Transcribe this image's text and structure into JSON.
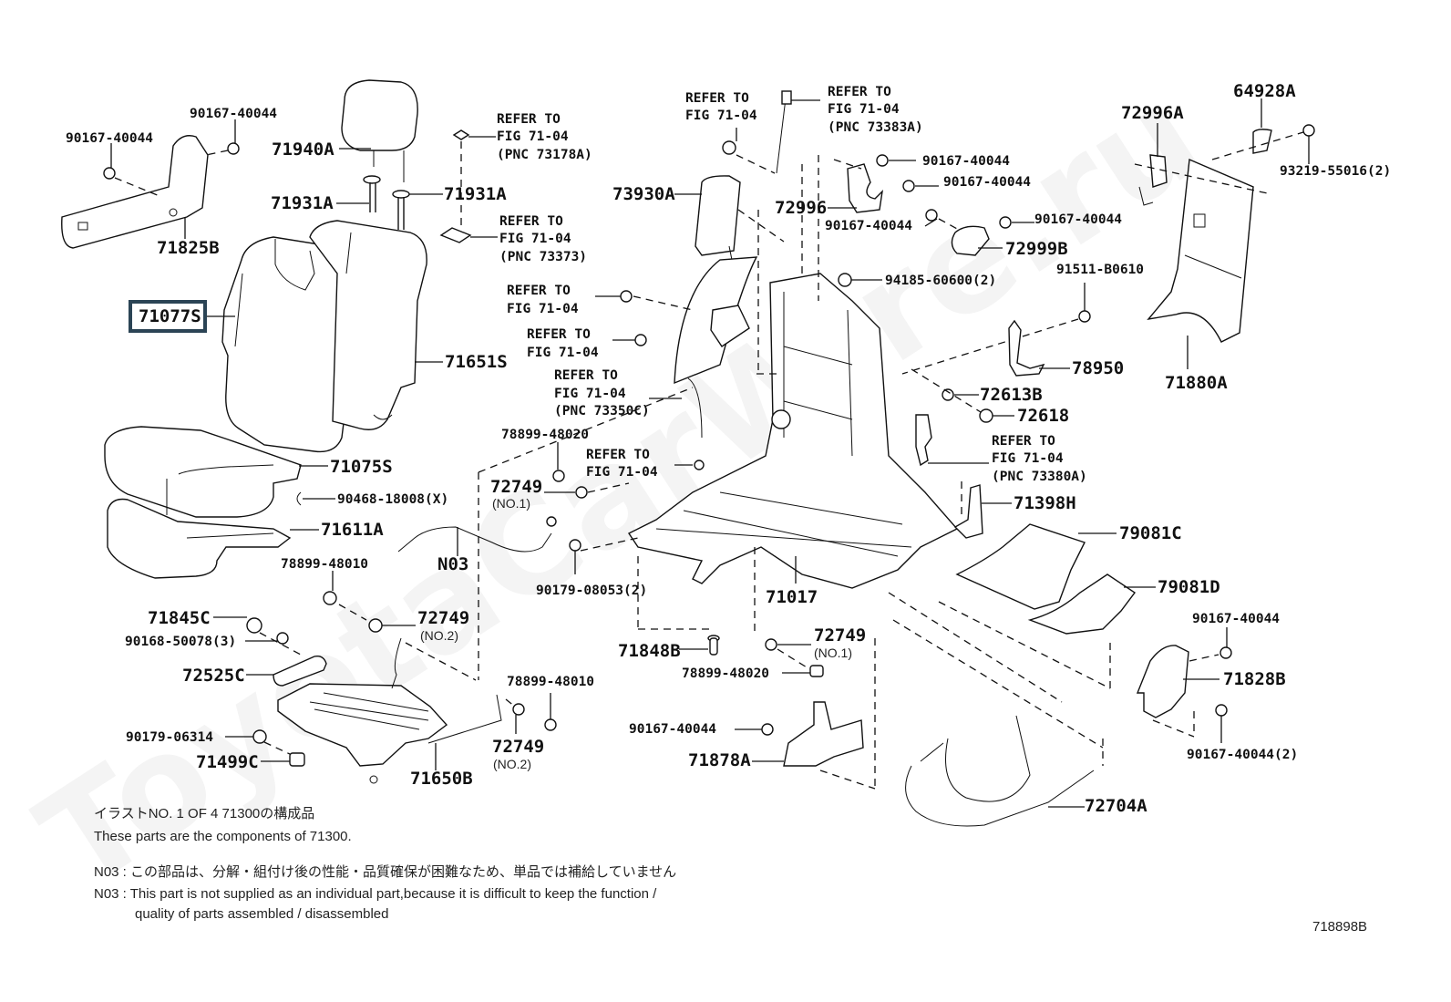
{
  "diagram": {
    "watermark": "ToyotaCarWire.ru",
    "highlighted_part": "71077S",
    "figure_code": "718898B",
    "colors": {
      "ink": "#111111",
      "highlight_border": "#2b4455",
      "watermark": "#f1f1f1",
      "background": "#ffffff"
    }
  },
  "labels": {
    "p90167_40044_a": "90167-40044",
    "p90167_40044_b": "90167-40044",
    "p71825B": "71825B",
    "p71940A": "71940A",
    "p71931A_a": "71931A",
    "p71931A_b": "71931A",
    "p71077S": "71077S",
    "p71651S": "71651S",
    "p71075S": "71075S",
    "p90468_18008": "90468-18008(X)",
    "p71611A": "71611A",
    "p78899_48010_a": "78899-48010",
    "pN03": "N03",
    "p71845C": "71845C",
    "p90168_50078": "90168-50078(3)",
    "p72749_no2_a": "72749",
    "p72749_no2_a_sub": "(NO.2)",
    "p72525C": "72525C",
    "p78899_48010_b": "78899-48010",
    "p90179_06314": "90179-06314",
    "p72749_no2_b": "72749",
    "p72749_no2_b_sub": "(NO.2)",
    "p71499C": "71499C",
    "p71650B": "71650B",
    "p78899_48020_a": "78899-48020",
    "p72749_no1_a": "72749",
    "p72749_no1_a_sub": "(NO.1)",
    "p90179_08053": "90179-08053(2)",
    "p71017": "71017",
    "p71848B": "71848B",
    "p72749_no1_b": "72749",
    "p72749_no1_b_sub": "(NO.1)",
    "p78899_48020_b": "78899-48020",
    "p90167_40044_c": "90167-40044",
    "p71878A": "71878A",
    "p72704A": "72704A",
    "p73930A": "73930A",
    "p72996": "72996",
    "p90167_40044_d": "90167-40044",
    "p90167_40044_e": "90167-40044",
    "p90167_40044_f": "90167-40044",
    "p90167_40044_g": "90167-40044",
    "p72999B": "72999B",
    "p94185_60600": "94185-60600(2)",
    "p72996A": "72996A",
    "p64928A": "64928A",
    "p93219_55016": "93219-55016(2)",
    "p91511_B0610": "91511-B0610",
    "p78950": "78950",
    "p71880A": "71880A",
    "p72613B": "72613B",
    "p72618": "72618",
    "p71398H": "71398H",
    "p79081C": "79081C",
    "p79081D": "79081D",
    "p90167_40044_h": "90167-40044",
    "p71828B": "71828B",
    "p90167_40044_i": "90167-40044(2)"
  },
  "references": {
    "r73178A": [
      "REFER TO",
      "FIG 71-04",
      "(PNC 73178A)"
    ],
    "r73373": [
      "REFER TO",
      "FIG 71-04",
      "(PNC 73373)"
    ],
    "rTop": [
      "REFER TO",
      "FIG 71-04"
    ],
    "r73383A": [
      "REFER TO",
      "FIG 71-04",
      "(PNC 73383A)"
    ],
    "rBeltA": [
      "REFER TO",
      "FIG 71-04"
    ],
    "rBeltB": [
      "REFER TO",
      "FIG 71-04"
    ],
    "r73350C": [
      "REFER TO",
      "FIG 71-04",
      "(PNC 73350C)"
    ],
    "rBolt": [
      "REFER TO",
      "FIG 71-04"
    ],
    "r73380A": [
      "REFER TO",
      "FIG 71-04",
      "(PNC 73380A)"
    ]
  },
  "notes": {
    "line1_jp": "イラストNO. 1 OF 4 71300の構成品",
    "line2_en": "These parts are the components of 71300.",
    "line3_jp": "N03 : この部品は、分解・組付け後の性能・品質確保が困難なため、単品では補給していません",
    "line4_en": "N03 : This part is not supplied as an individual part,because it is difficult to keep the function /",
    "line5_en": "quality of parts assembled / disassembled"
  }
}
